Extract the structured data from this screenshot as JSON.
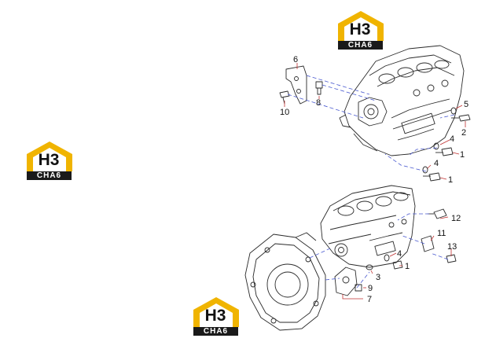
{
  "brand": {
    "mark": "H3",
    "word": "CHA6",
    "accent": "#f0b400",
    "dark": "#1a1a1a"
  },
  "logos": [
    {
      "id": "logo-top"
    },
    {
      "id": "logo-left"
    },
    {
      "id": "logo-bottom"
    }
  ],
  "callouts": {
    "c6": "6",
    "c8": "8",
    "c10": "10",
    "c5": "5",
    "c2": "2",
    "c4a": "4",
    "c1a": "1",
    "c4b": "4",
    "c1b": "1",
    "c12": "12",
    "c11": "11",
    "c13": "13",
    "c4c": "4",
    "c1c": "1",
    "c3": "3",
    "c9": "9",
    "c7": "7"
  },
  "colors": {
    "line": "#2a2a2a",
    "dash": "#4a5ad0",
    "leader": "#c03030"
  }
}
